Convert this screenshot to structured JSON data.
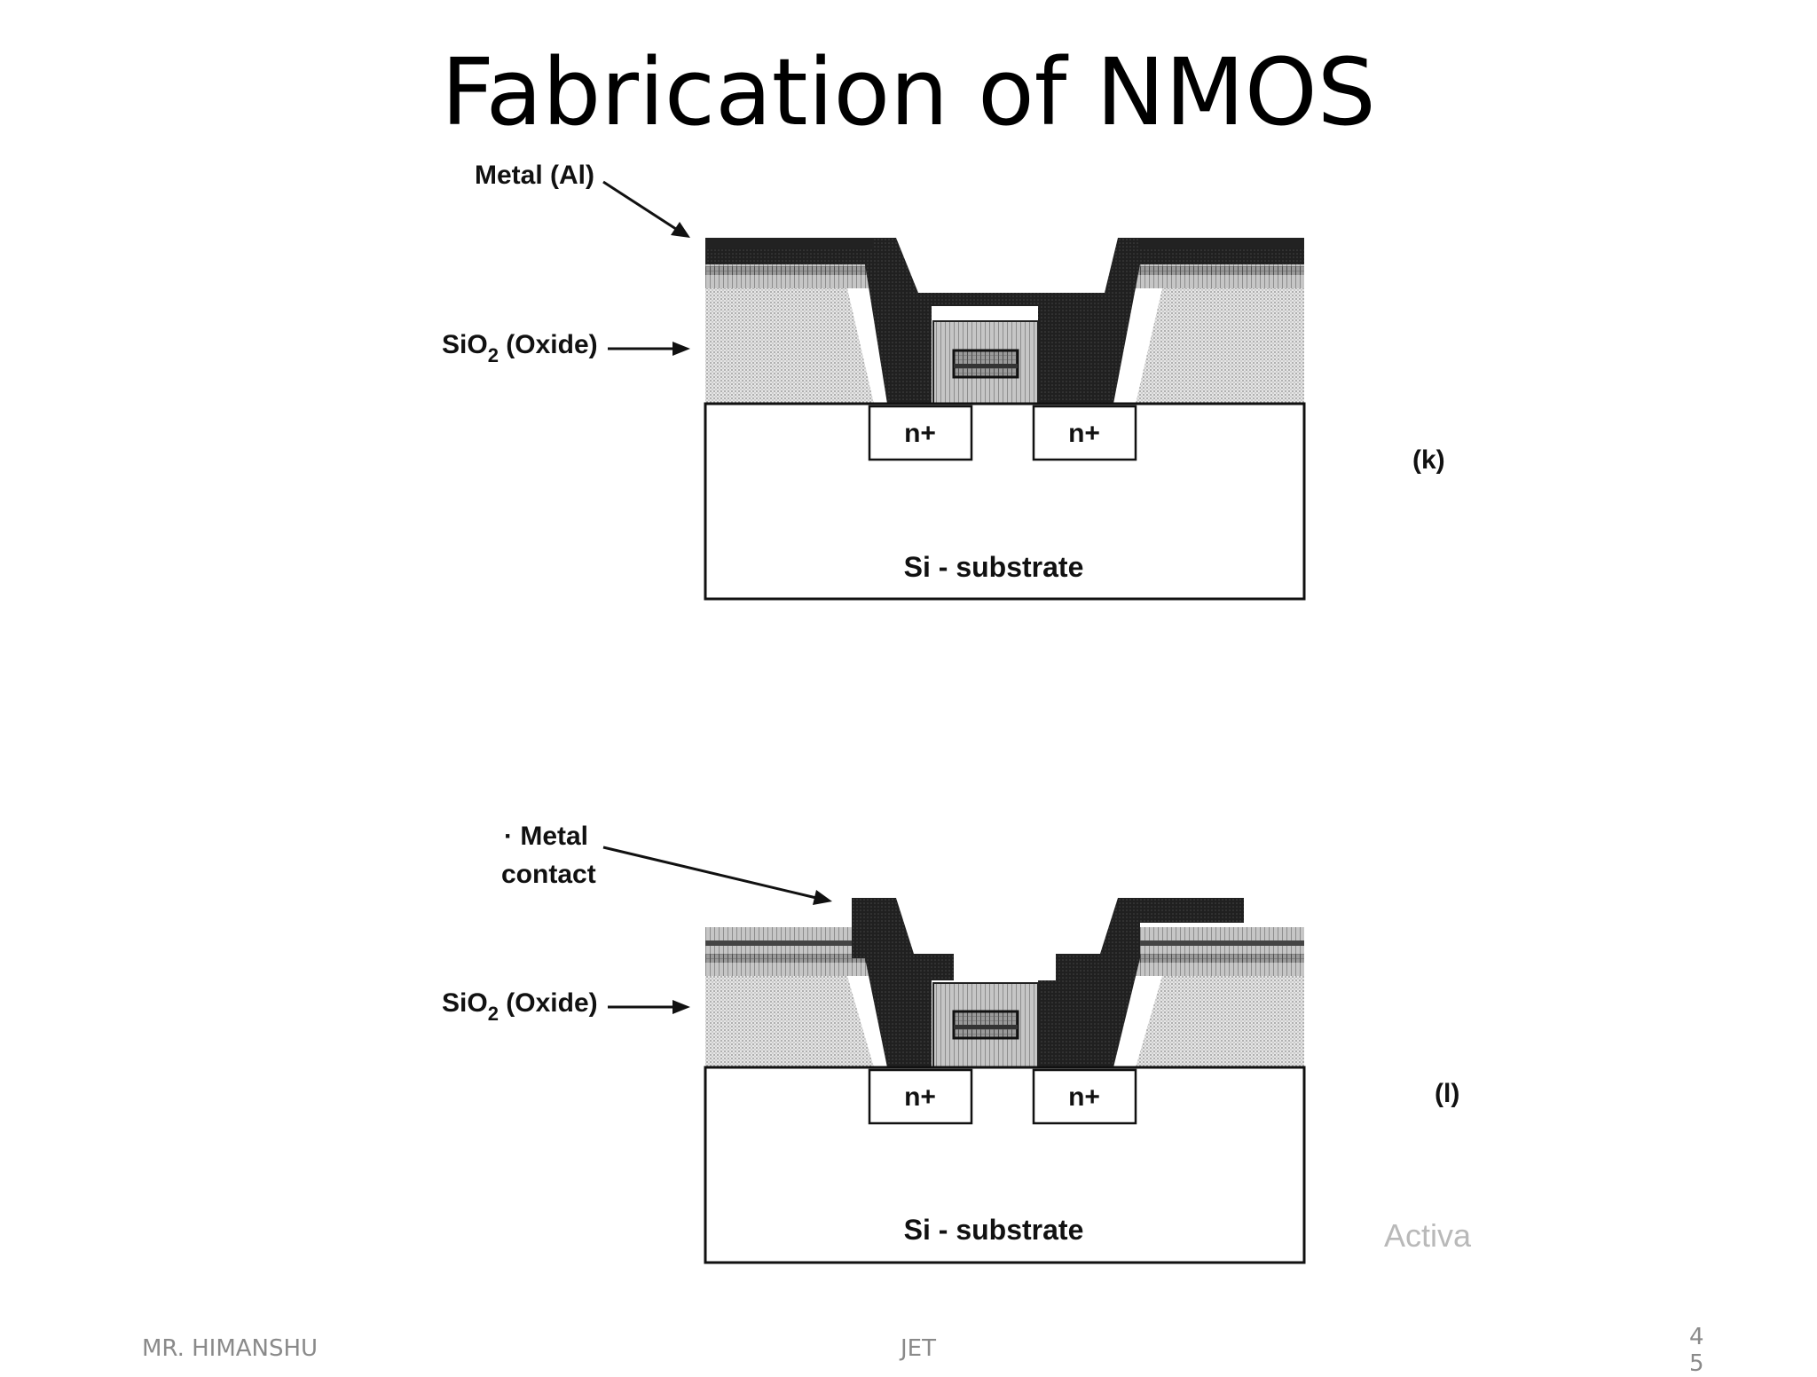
{
  "slide": {
    "title": "Fabrication of NMOS",
    "footer_left": "MR. HIMANSHU",
    "footer_center": "JET",
    "page_number_line1": "4",
    "page_number_line2": "5",
    "watermark": "Activa"
  },
  "figure_k": {
    "label_metal": "Metal (Al)",
    "label_oxide": "SiO",
    "label_oxide_sub": "2",
    "label_oxide_suffix": " (Oxide)",
    "region_left": "n+",
    "region_right": "n+",
    "substrate": "Si - substrate",
    "caption": "(k)"
  },
  "figure_l": {
    "label_metal_line1": "· Metal",
    "label_metal_line2": "contact",
    "label_oxide": "SiO",
    "label_oxide_sub": "2",
    "label_oxide_suffix": " (Oxide)",
    "region_left": "n+",
    "region_right": "n+",
    "substrate": "Si - substrate",
    "caption": "(l)"
  }
}
